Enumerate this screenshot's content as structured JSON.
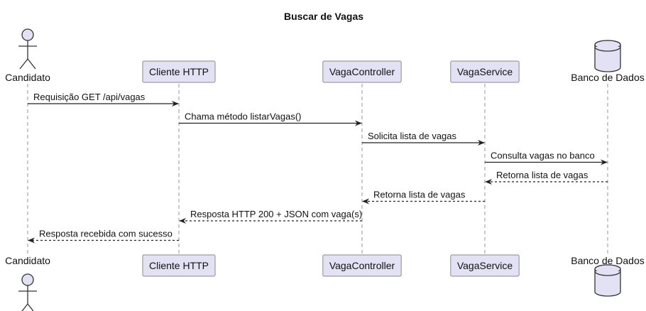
{
  "diagram": {
    "title": "Buscar de Vagas",
    "participants": [
      {
        "id": "candidato",
        "label": "Candidato",
        "kind": "actor"
      },
      {
        "id": "cliente",
        "label": "Cliente HTTP",
        "kind": "participant"
      },
      {
        "id": "controller",
        "label": "VagaController",
        "kind": "participant"
      },
      {
        "id": "service",
        "label": "VagaService",
        "kind": "participant"
      },
      {
        "id": "banco",
        "label": "Banco de Dados",
        "kind": "database"
      }
    ],
    "messages": [
      {
        "from": "candidato",
        "to": "cliente",
        "text": "Requisição GET /api/vagas",
        "style": "solid"
      },
      {
        "from": "cliente",
        "to": "controller",
        "text": "Chama método listarVagas()",
        "style": "solid"
      },
      {
        "from": "controller",
        "to": "service",
        "text": "Solicita lista de vagas",
        "style": "solid"
      },
      {
        "from": "service",
        "to": "banco",
        "text": "Consulta vagas no banco",
        "style": "solid"
      },
      {
        "from": "banco",
        "to": "service",
        "text": "Retorna lista de vagas",
        "style": "dashed"
      },
      {
        "from": "service",
        "to": "controller",
        "text": "Retorna lista de vagas",
        "style": "dashed"
      },
      {
        "from": "controller",
        "to": "cliente",
        "text": "Resposta HTTP 200 + JSON com vaga(s)",
        "style": "dashed"
      },
      {
        "from": "cliente",
        "to": "candidato",
        "text": "Resposta recebida com sucesso",
        "style": "dashed"
      }
    ]
  }
}
